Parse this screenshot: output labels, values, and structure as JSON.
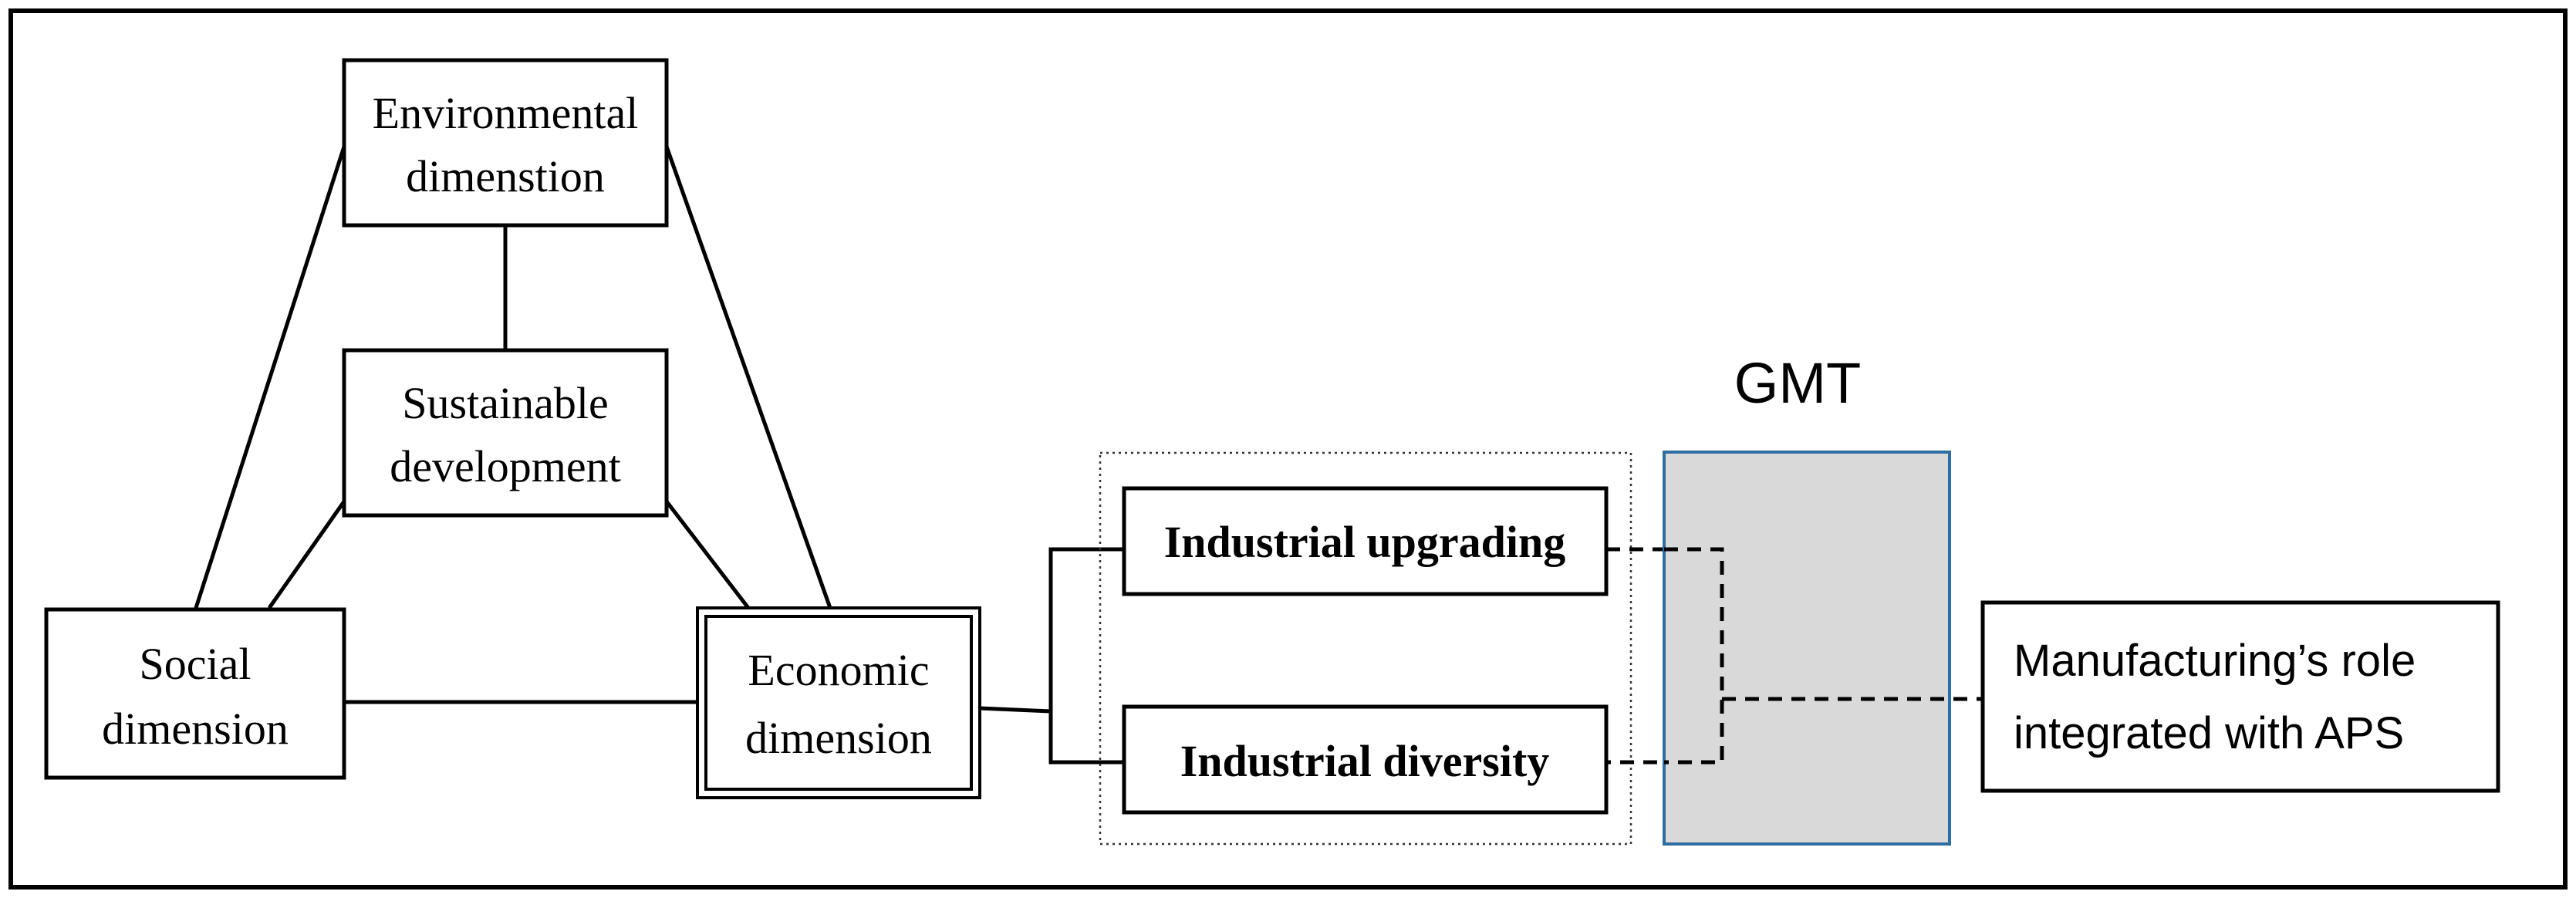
{
  "diagram": {
    "nodes": {
      "environmental": {
        "line1": "Environmental",
        "line2": "dimenstion"
      },
      "sustainable": {
        "line1": "Sustainable",
        "line2": "development"
      },
      "social": {
        "line1": "Social",
        "line2": "dimension"
      },
      "economic": {
        "line1": "Economic",
        "line2": "dimension"
      },
      "upgrading": {
        "label": "Industrial upgrading"
      },
      "diversity": {
        "label": "Industrial diversity"
      },
      "gmt": {
        "label": "GMT"
      },
      "manufacturing": {
        "line1": "Manufacturing’s role",
        "line2": "integrated with APS"
      }
    },
    "colors": {
      "gmt_fill": "#d9d9d9",
      "gmt_border": "#2e6da4",
      "frame": "#000000"
    }
  }
}
